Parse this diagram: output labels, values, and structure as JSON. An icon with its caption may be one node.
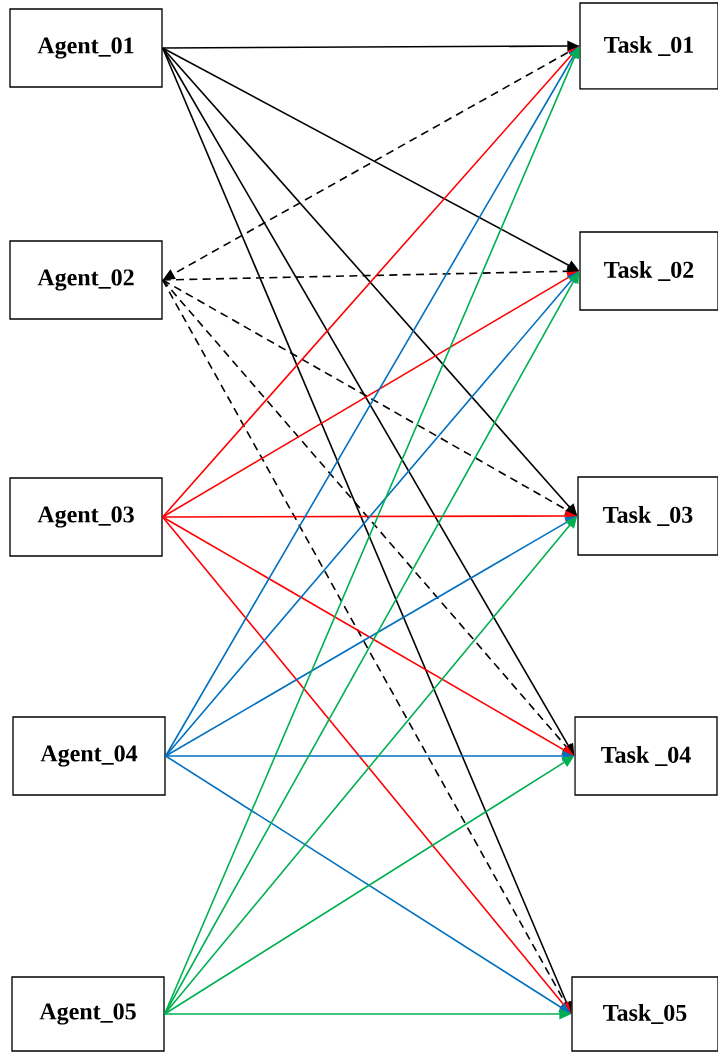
{
  "diagram": {
    "nodes": [
      {
        "text": [
          "Agent_01"
        ]
      },
      {
        "text": [
          "Agent_02"
        ]
      },
      {
        "text": [
          "Agent_03"
        ]
      },
      {
        "text": [
          "Agent_04"
        ]
      },
      {
        "text": [
          "Agent_05"
        ]
      },
      {
        "text": [
          "Task _01"
        ]
      },
      {
        "text": [
          "Task _02"
        ]
      },
      {
        "text": [
          "Task _03"
        ]
      },
      {
        "text": [
          "Task _04"
        ]
      },
      {
        "text": [
          "Task_05"
        ]
      }
    ],
    "edges": [
      {
        "from": 0,
        "to": 5,
        "arrow": "to"
      },
      {
        "from": 0,
        "to": 6,
        "arrow": "to"
      },
      {
        "from": 0,
        "to": 7,
        "arrow": "to"
      },
      {
        "from": 0,
        "to": 8,
        "arrow": "to"
      },
      {
        "from": 0,
        "to": 9,
        "arrow": "to"
      },
      {
        "from": 5,
        "to": 1,
        "arrow": "to",
        "style": "dashed"
      },
      {
        "from": 1,
        "to": 6,
        "arrow": "to",
        "style": "dashed"
      },
      {
        "from": 1,
        "to": 7,
        "arrow": "to",
        "style": "dashed"
      },
      {
        "from": 1,
        "to": 8,
        "arrow": "to",
        "style": "dashed"
      },
      {
        "from": 1,
        "to": 9,
        "arrow": "to",
        "style": "dashed"
      },
      {
        "from": 2,
        "to": 5,
        "arrow": "to",
        "color": "#ff0000"
      },
      {
        "from": 2,
        "to": 6,
        "arrow": "to",
        "color": "#ff0000"
      },
      {
        "from": 2,
        "to": 7,
        "arrow": "to",
        "color": "#ff0000"
      },
      {
        "from": 2,
        "to": 8,
        "arrow": "to",
        "color": "#ff0000"
      },
      {
        "from": 2,
        "to": 9,
        "arrow": "to",
        "color": "#ff0000"
      },
      {
        "from": 3,
        "to": 5,
        "arrow": "to",
        "color": "#0070c0"
      },
      {
        "from": 3,
        "to": 6,
        "arrow": "to",
        "color": "#0070c0"
      },
      {
        "from": 3,
        "to": 7,
        "arrow": "to",
        "color": "#0070c0"
      },
      {
        "from": 3,
        "to": 8,
        "arrow": "to",
        "color": "#0070c0"
      },
      {
        "from": 3,
        "to": 9,
        "arrow": "to",
        "color": "#0070c0"
      },
      {
        "from": 4,
        "to": 5,
        "arrow": "to",
        "color": "#00b050"
      },
      {
        "from": 4,
        "to": 6,
        "arrow": "to",
        "color": "#00b050"
      },
      {
        "from": 4,
        "to": 7,
        "arrow": "to",
        "color": "#00b050"
      },
      {
        "from": 4,
        "to": 8,
        "arrow": "to",
        "color": "#00b050"
      },
      {
        "from": 4,
        "to": 9,
        "arrow": "to",
        "color": "#00b050"
      }
    ]
  }
}
